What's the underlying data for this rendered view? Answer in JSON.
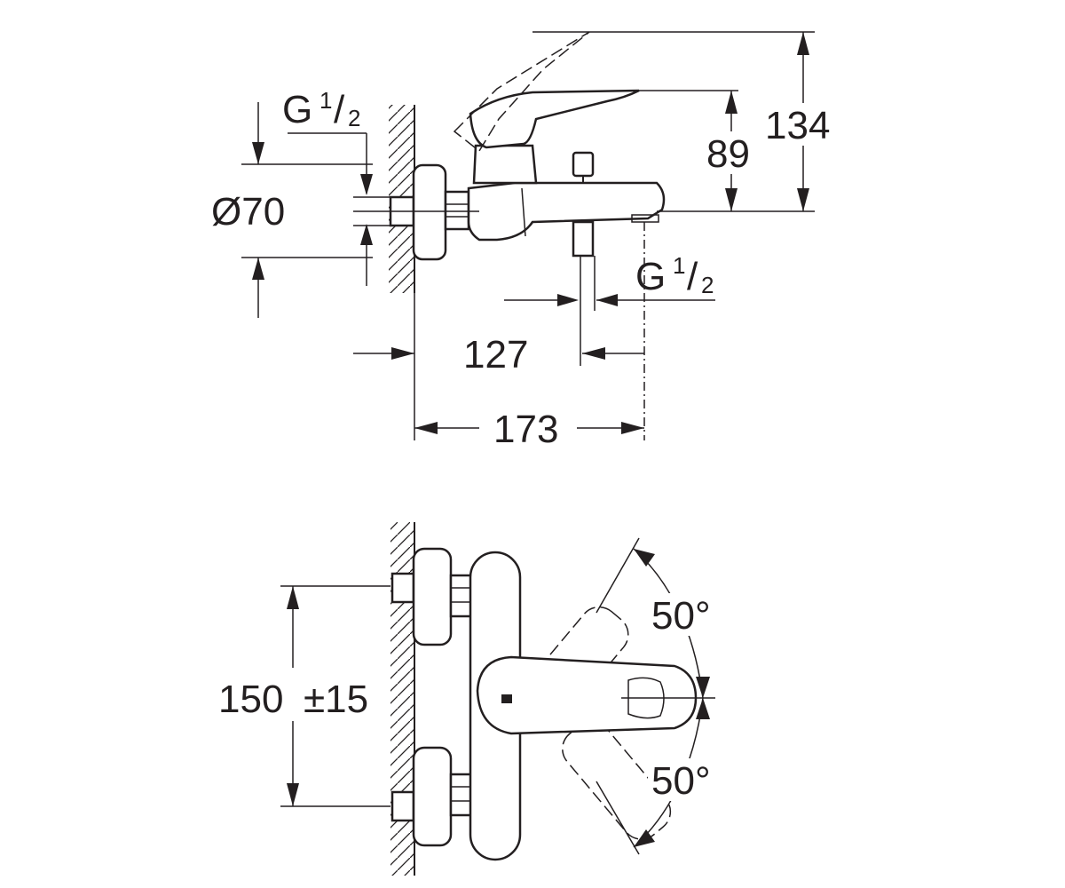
{
  "side_view": {
    "thread_top": {
      "letter": "G",
      "num": "1",
      "slash": "/",
      "den": "2"
    },
    "thread_bottom": {
      "letter": "G",
      "num": "1",
      "slash": "/",
      "den": "2"
    },
    "diameter": "Ø70",
    "height_lever": "89",
    "height_total": "134",
    "depth_outlet": "127",
    "depth_total": "173"
  },
  "front_view": {
    "spacing": "150",
    "tolerance": "±15",
    "angle_up": "50°",
    "angle_down": "50°"
  },
  "colors": {
    "line": "#231f20",
    "background": "#ffffff"
  }
}
